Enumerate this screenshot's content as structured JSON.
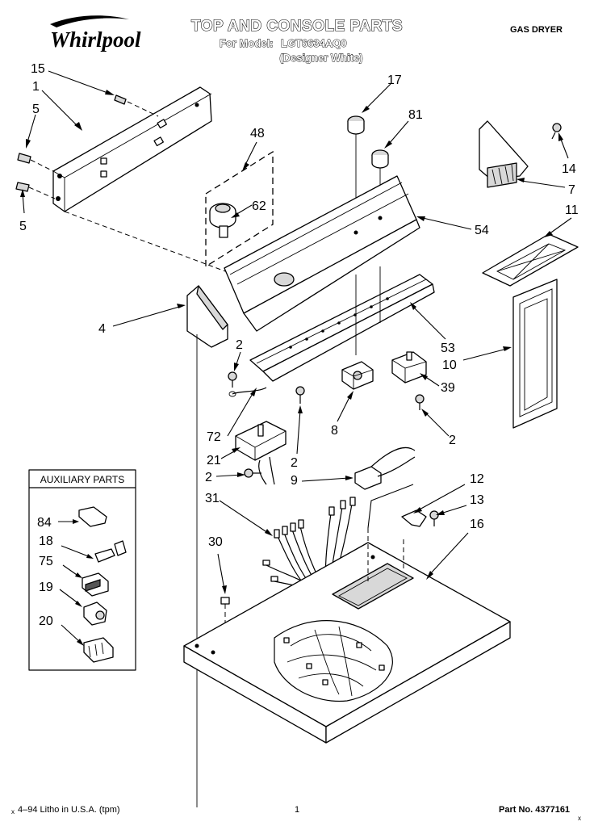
{
  "header": {
    "brand": "Whirlpool",
    "title": "TOP AND CONSOLE PARTS",
    "model_prefix": "For Model:",
    "model_number": "LGT6634AQ0",
    "model_variant": "(Designer White)",
    "product_type": "GAS DRYER"
  },
  "callouts": [
    {
      "id": "c15",
      "label": "15"
    },
    {
      "id": "c1",
      "label": "1"
    },
    {
      "id": "c5a",
      "label": "5"
    },
    {
      "id": "c5b",
      "label": "5"
    },
    {
      "id": "c48",
      "label": "48"
    },
    {
      "id": "c62",
      "label": "62"
    },
    {
      "id": "c17",
      "label": "17"
    },
    {
      "id": "c81",
      "label": "81"
    },
    {
      "id": "c54",
      "label": "54"
    },
    {
      "id": "c14",
      "label": "14"
    },
    {
      "id": "c7",
      "label": "7"
    },
    {
      "id": "c11",
      "label": "11"
    },
    {
      "id": "c4",
      "label": "4"
    },
    {
      "id": "c2a",
      "label": "2"
    },
    {
      "id": "c53",
      "label": "53"
    },
    {
      "id": "c10",
      "label": "10"
    },
    {
      "id": "c39",
      "label": "39"
    },
    {
      "id": "c72",
      "label": "72"
    },
    {
      "id": "c8",
      "label": "8"
    },
    {
      "id": "c2b",
      "label": "2"
    },
    {
      "id": "c21",
      "label": "21"
    },
    {
      "id": "c2c",
      "label": "2"
    },
    {
      "id": "c2d",
      "label": "2"
    },
    {
      "id": "c9",
      "label": "9"
    },
    {
      "id": "c12",
      "label": "12"
    },
    {
      "id": "c31",
      "label": "31"
    },
    {
      "id": "c13",
      "label": "13"
    },
    {
      "id": "c16",
      "label": "16"
    },
    {
      "id": "c30",
      "label": "30"
    }
  ],
  "auxiliary": {
    "title": "AUXILIARY PARTS",
    "items": [
      {
        "label": "84"
      },
      {
        "label": "18"
      },
      {
        "label": "75"
      },
      {
        "label": "19"
      },
      {
        "label": "20"
      }
    ]
  },
  "footer": {
    "litho": "4–94 Litho in U.S.A. (tpm)",
    "page": "1",
    "part_label": "Part No. 4377161",
    "mark_left": "x",
    "mark_right": "x"
  }
}
